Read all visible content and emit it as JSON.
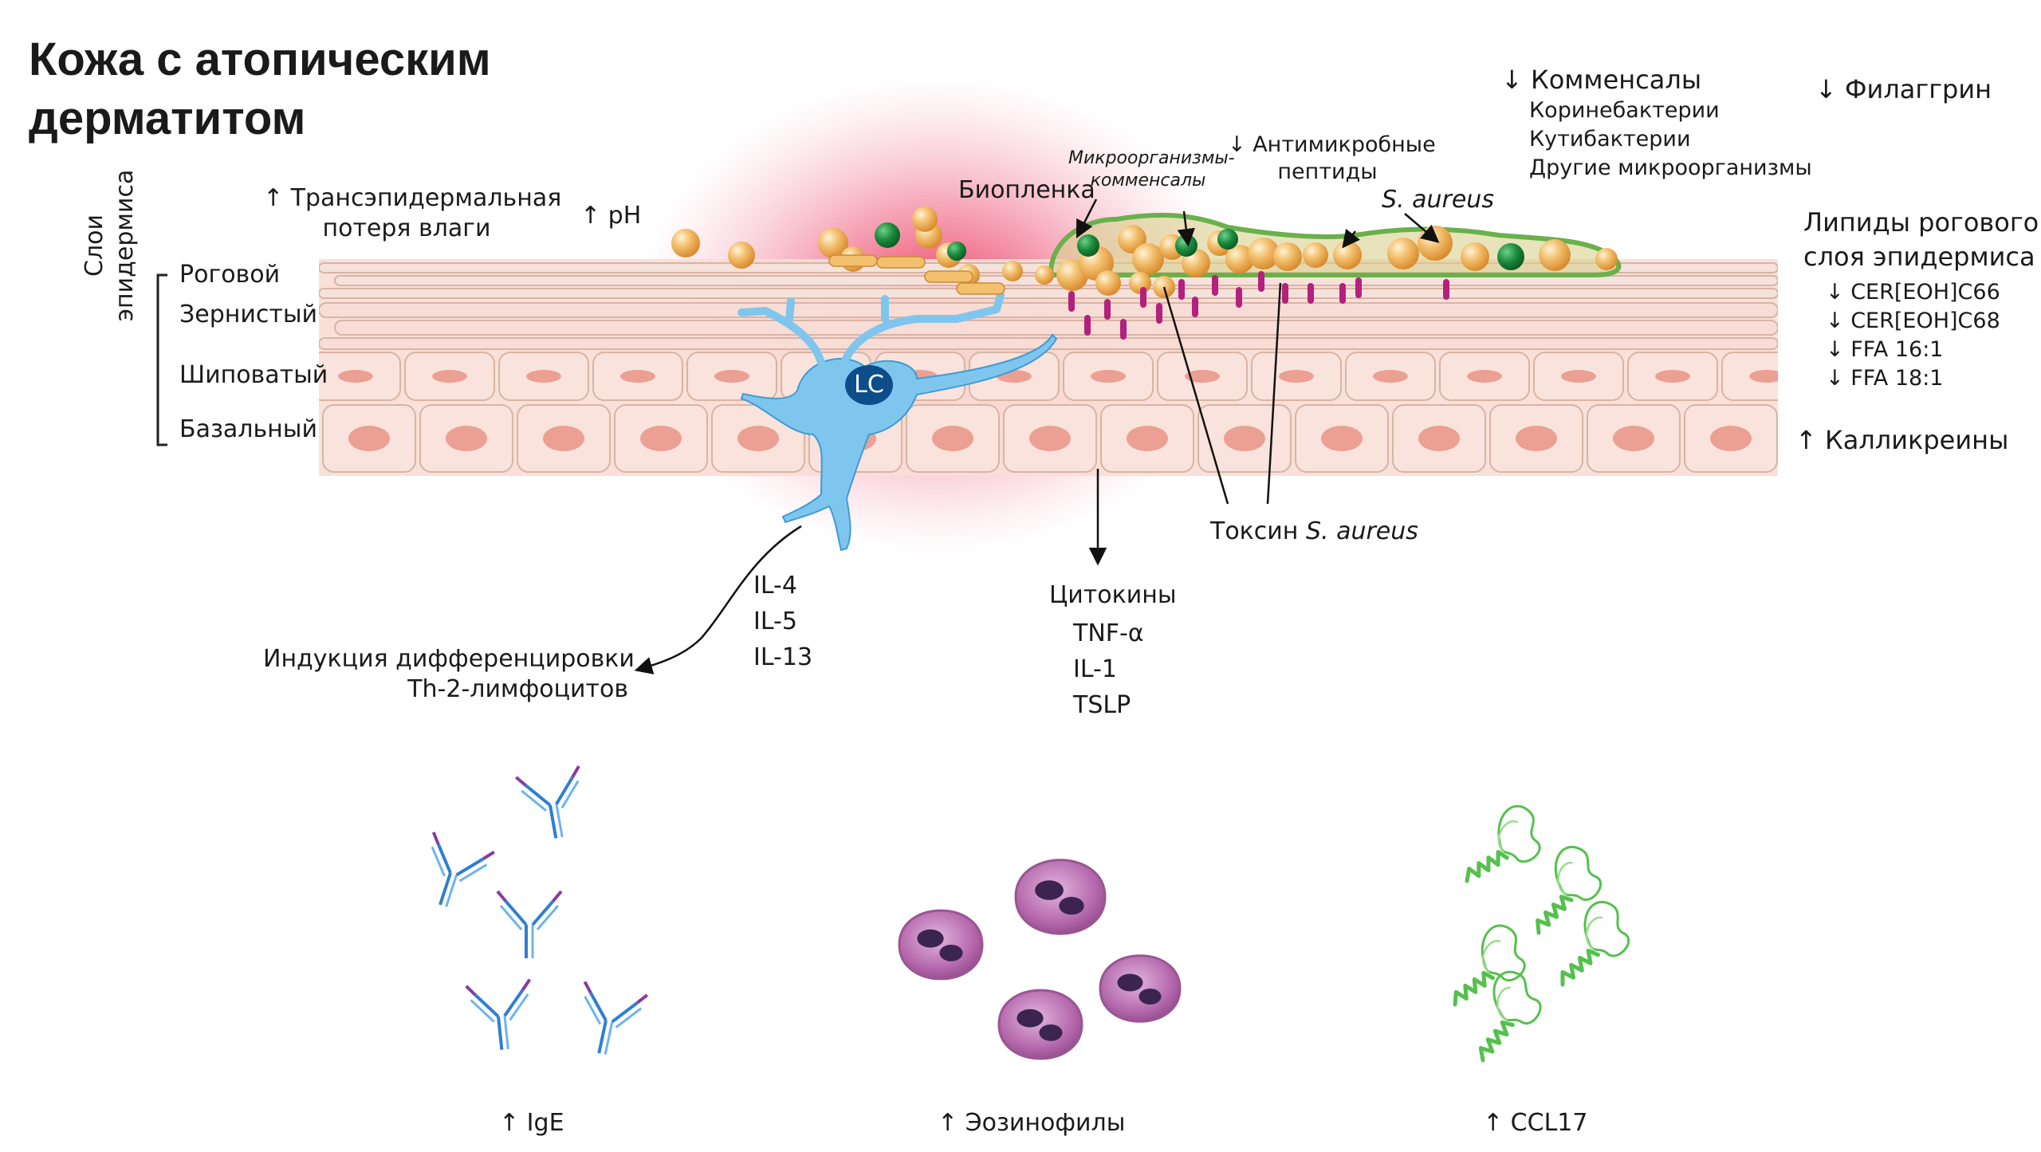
{
  "title": [
    "Кожа с атопическим",
    "дерматитом"
  ],
  "layers": {
    "group_label": [
      "Слои",
      "эпидермиса"
    ],
    "items": [
      "Роговой",
      "Зернистый",
      "Шиповатый",
      "Базальный"
    ]
  },
  "labels": {
    "tewl": [
      "↑ Трансэпидермальная",
      "потеря влаги"
    ],
    "ph": "↑ pH",
    "biofilm": "Биопленка",
    "commensals_micro": [
      "Микроорганизмы-",
      "комменсалы"
    ],
    "amp": [
      "↓ Антимикробные",
      "пептиды"
    ],
    "s_aureus": "S. aureus",
    "commensals": {
      "head": "↓ Комменсалы",
      "items": [
        "Коринебактерии",
        "Кутибактерии",
        "Другие микроорганизмы"
      ]
    },
    "filaggrin": "↓ Филаггрин",
    "lipids": {
      "head": [
        "Липиды рогового",
        "слоя эпидермиса"
      ],
      "items": [
        "↓ CER[EOH]C66",
        "↓ CER[EOH]C68",
        "↓ FFA 16:1",
        "↓ FFA 18:1"
      ]
    },
    "kallikreins": "↑ Калликреины",
    "lc": "LC",
    "toxin_prefix": "Токсин ",
    "toxin_species": "S. aureus",
    "interleukins": [
      "IL-4",
      "IL-5",
      "IL-13"
    ],
    "th2": [
      "Индукция дифференцировки",
      "Th-2-лимфоцитов"
    ],
    "cytokines": {
      "head": "Цитокины",
      "items": [
        "TNF-α",
        "IL-1",
        "TSLP"
      ]
    },
    "ige": "↑ IgE",
    "eosinophils": "↑ Эозинофилы",
    "ccl17": "↑ CCL17"
  },
  "colors": {
    "skin_cell": "#f8ddd5",
    "skin_border": "#d8b4a4",
    "nucleus": "#eba093",
    "inflammation": "#e8244f",
    "langerhans": "#7fc6ee",
    "lc_nucleus": "#0d4d8a",
    "bacteria_orange": "#f2b45a",
    "bacteria_green": "#1a8a3c",
    "biofilm_green": "#6ab04c",
    "toxin": "#b3207e",
    "ige": "#2e7fd1",
    "eosinophil": "#b467ac",
    "ccl17": "#56c04e"
  }
}
